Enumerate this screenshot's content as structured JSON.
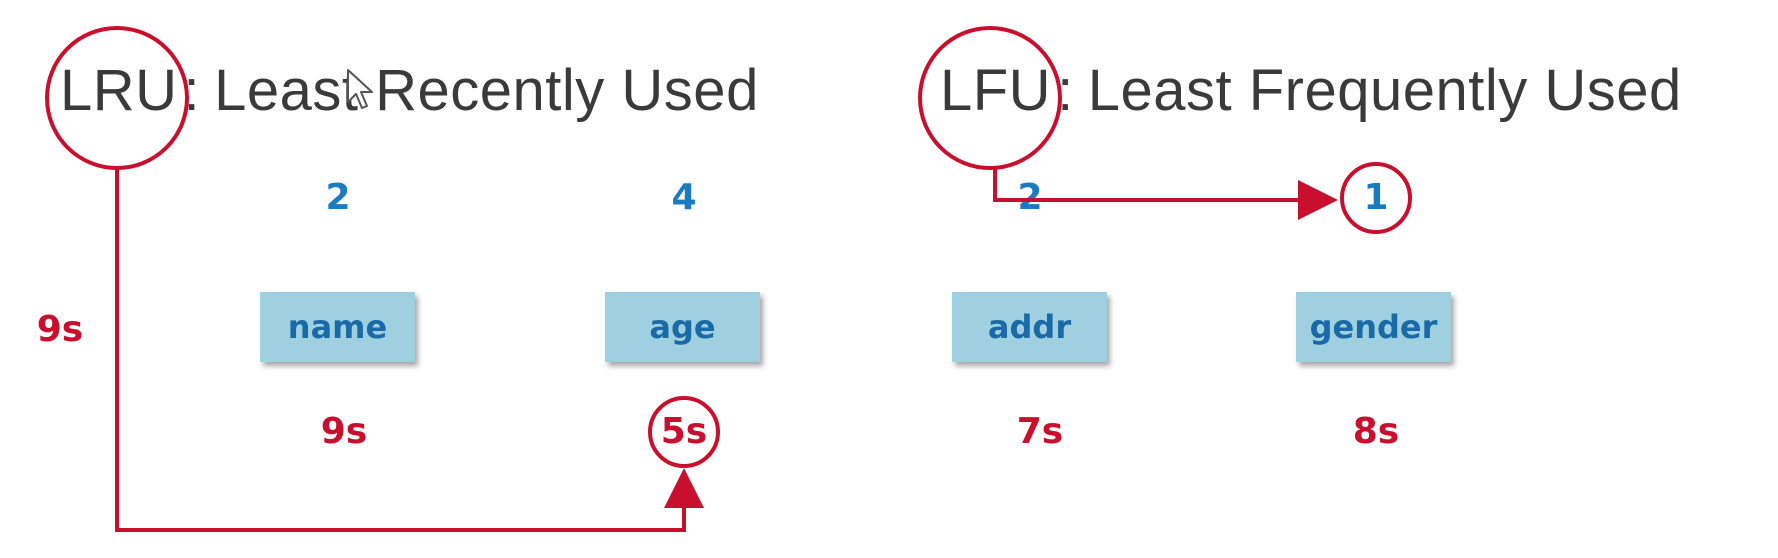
{
  "lru": {
    "abbr": "LRU",
    "sep": ":",
    "full": "Least Recently Used",
    "side_time": "9s"
  },
  "lfu": {
    "abbr": "LFU",
    "sep": ":",
    "full": "Least Frequently Used"
  },
  "columns": [
    {
      "count": "2",
      "key": "name",
      "time": "9s"
    },
    {
      "count": "4",
      "key": "age",
      "time": "5s"
    },
    {
      "count": "2",
      "key": "addr",
      "time": "7s"
    },
    {
      "count": "1",
      "key": "gender",
      "time": "8s"
    }
  ],
  "colors": {
    "annotation_red": "#c8102e",
    "count_blue": "#1a7bbf",
    "key_fill": "#9fd0e0",
    "title_text": "#3a3a3a"
  },
  "icons": [
    "mouse-cursor-icon"
  ]
}
